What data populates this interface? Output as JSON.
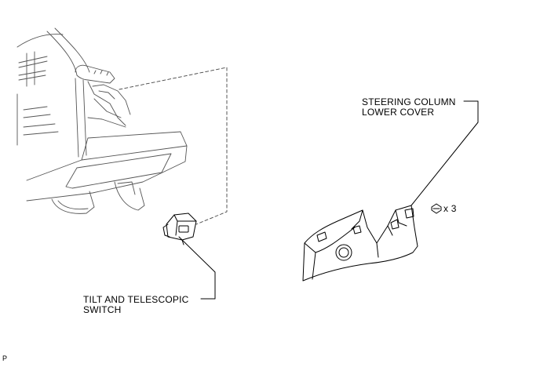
{
  "callouts": {
    "steering_cover": {
      "line1": "STEERING COLUMN",
      "line2": "LOWER COVER"
    },
    "tilt_switch": {
      "line1": "TILT AND TELESCOPIC",
      "line2": "SWITCH"
    },
    "clip_count": "x 3"
  },
  "footer": {
    "ref_code": "P"
  }
}
